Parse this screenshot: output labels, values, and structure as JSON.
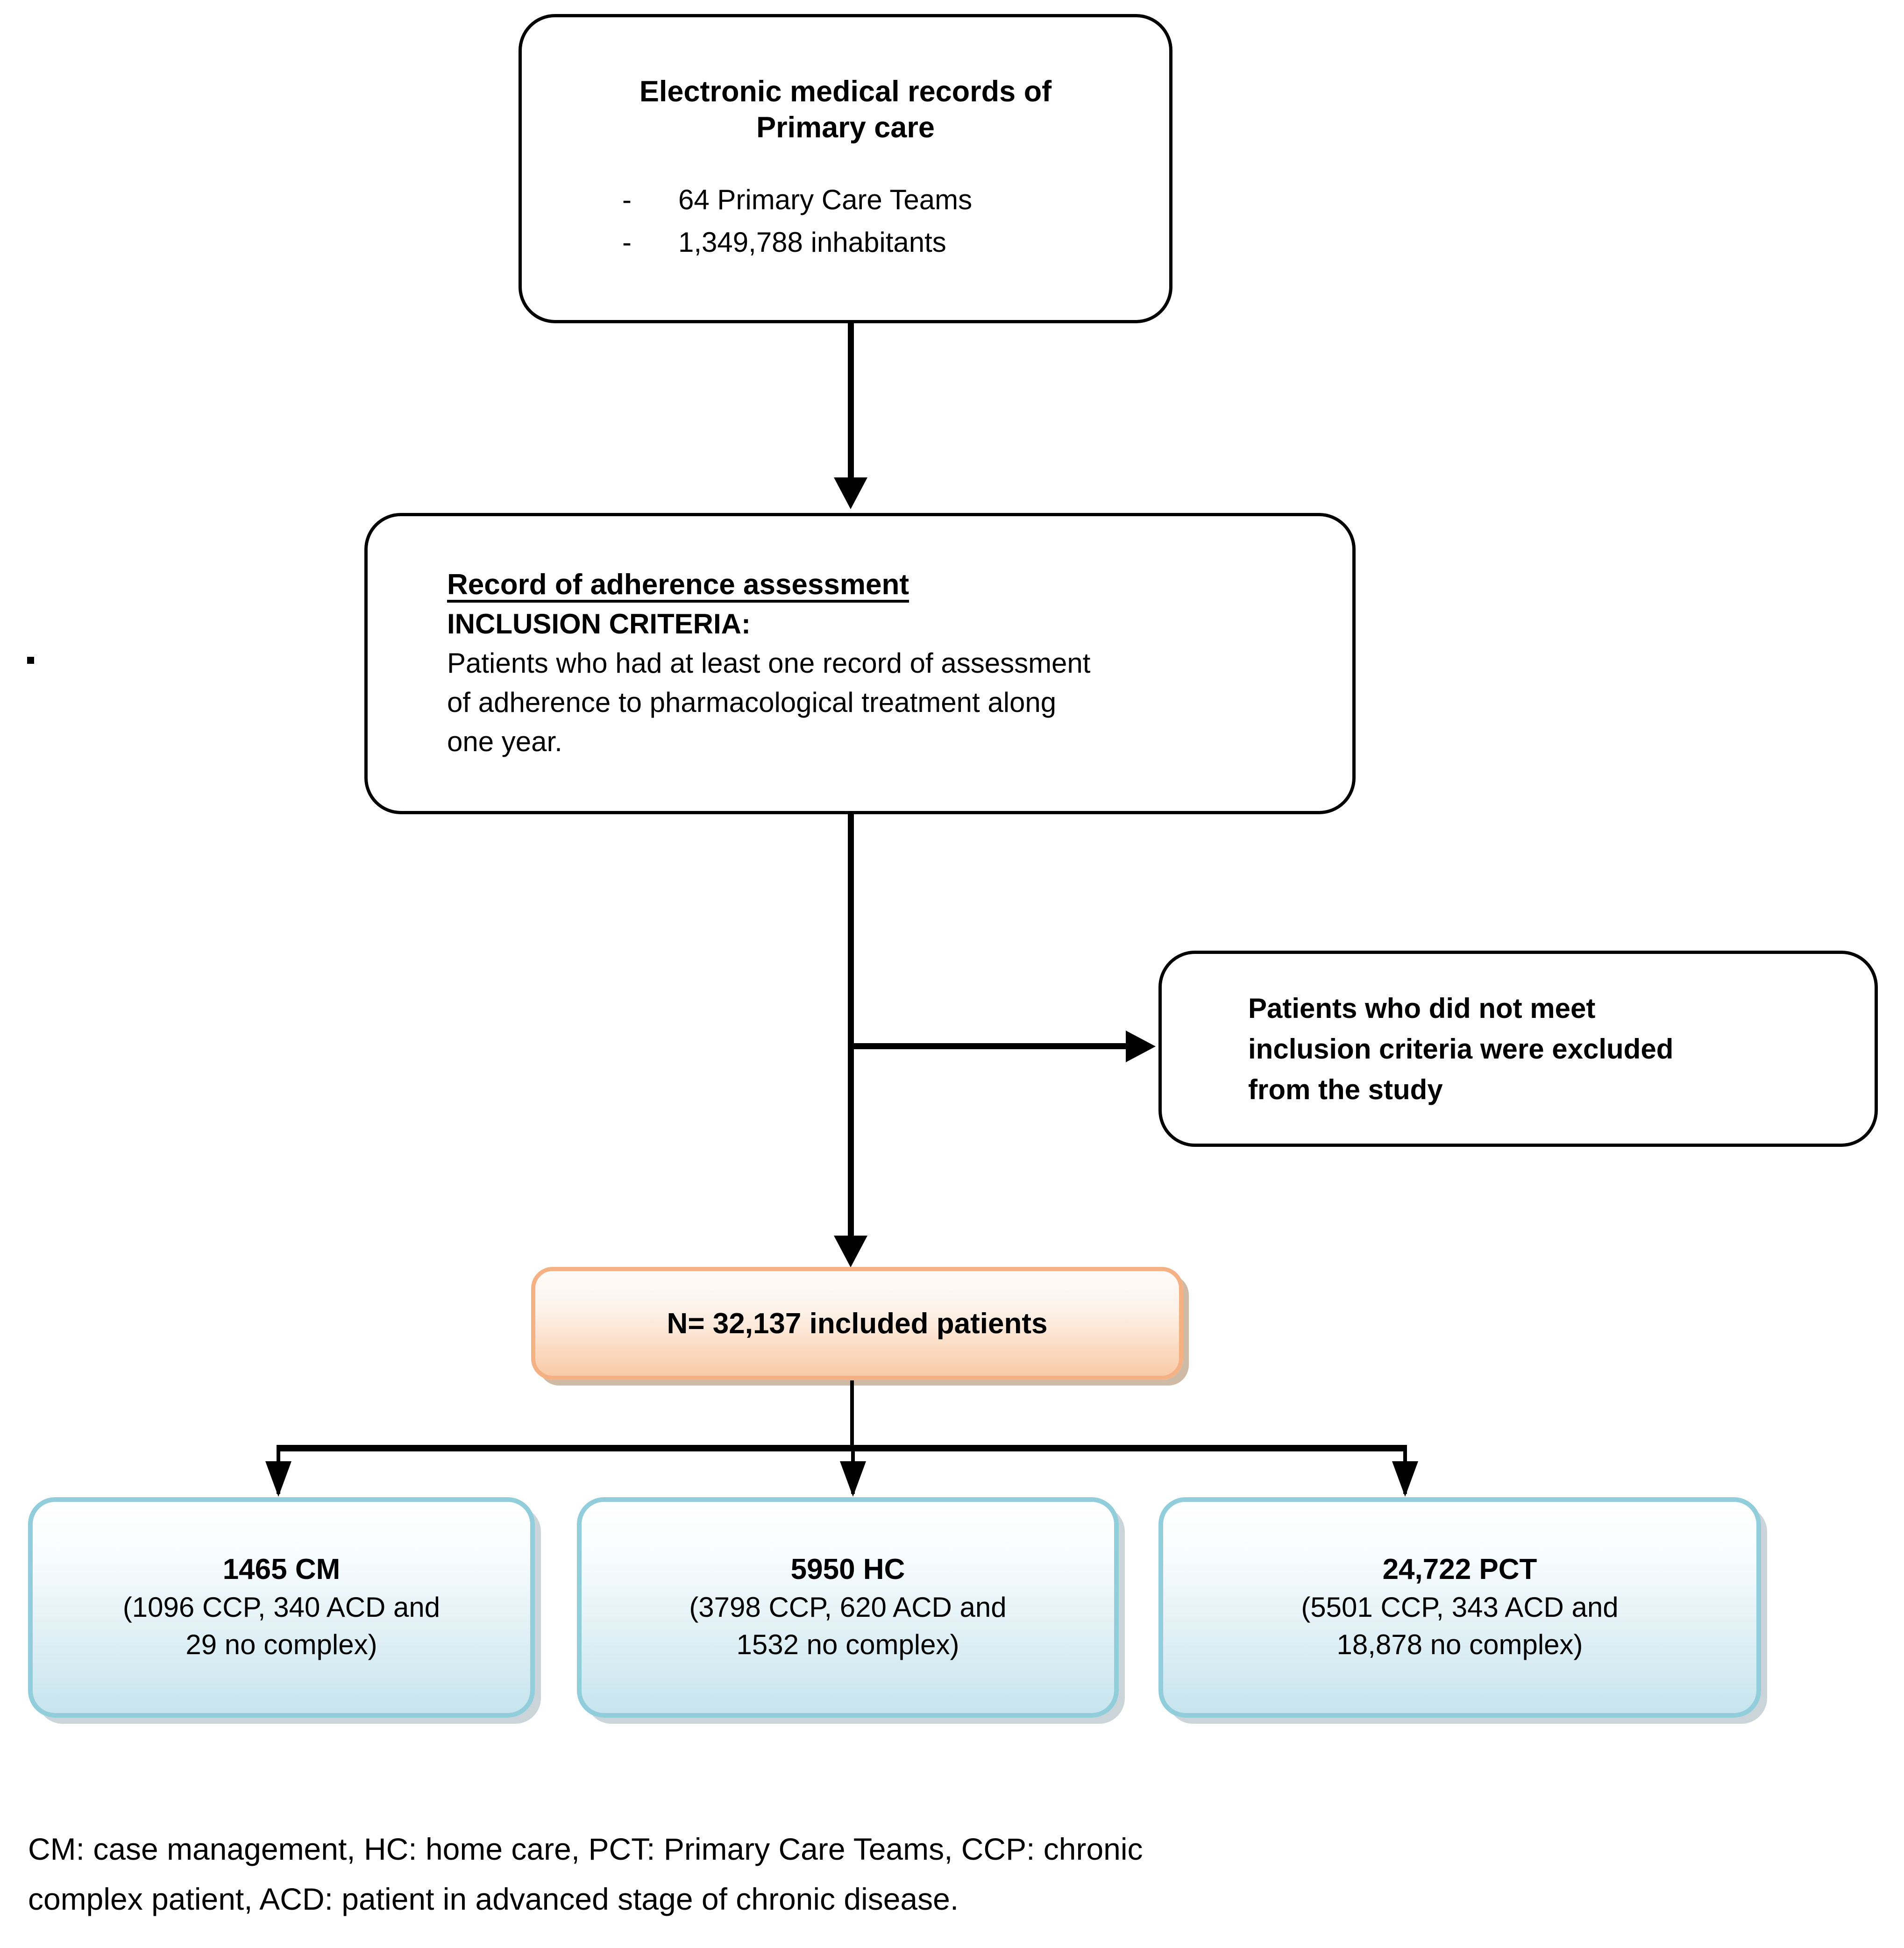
{
  "figure": {
    "type": "study-flow-diagram",
    "caption_line1": "CM: case management, HC: home care, PCT: Primary Care Teams, CCP: chronic",
    "caption_line2": "complex patient, ACD: patient in advanced stage of chronic disease."
  },
  "nodes": {
    "source": {
      "heading_line1": "Electronic medical records of",
      "heading_line2": "Primary care",
      "bullet_marker": "-",
      "bullets": [
        "64 Primary Care Teams",
        "1,349,788 inhabitants"
      ]
    },
    "criteria": {
      "title": "Record of adherence assessment",
      "subtitle": "INCLUSION CRITERIA:",
      "body_line1": "Patients who had at least one record of assessment",
      "body_line2": "of adherence to pharmacological treatment along",
      "body_line3": "one year."
    },
    "excluded": {
      "body_line1": "Patients who did not meet",
      "body_line2": "inclusion criteria were excluded",
      "body_line3": "from the study"
    },
    "included": {
      "label": "N= 32,137 included patients",
      "count": "32,137"
    },
    "groups": [
      {
        "id": "cm",
        "headline": "1465 CM",
        "count": 1465,
        "abbr": "CM",
        "detail_line1": "(1096 CCP, 340 ACD and",
        "detail_line2": "29 no complex)",
        "breakdown": {
          "CCP": 1096,
          "ACD": 340,
          "no_complex": 29
        }
      },
      {
        "id": "hc",
        "headline": "5950 HC",
        "count": 5950,
        "abbr": "HC",
        "detail_line1": "(3798 CCP, 620 ACD and",
        "detail_line2": "1532 no complex)",
        "breakdown": {
          "CCP": 3798,
          "ACD": 620,
          "no_complex": 1532
        }
      },
      {
        "id": "pct",
        "headline": "24,722 PCT",
        "count": 24722,
        "abbr": "PCT",
        "detail_line1": "(5501 CCP, 343 ACD and",
        "detail_line2": "18,878 no complex)",
        "breakdown": {
          "CCP": 5501,
          "ACD": 343,
          "no_complex": 18878
        }
      }
    ]
  },
  "colors": {
    "stroke": "#000000",
    "included_border": "#F4B183",
    "included_fill_top": "#FEFBF9",
    "included_fill_bottom": "#F9CBA8",
    "group_border": "#92CDDC",
    "group_fill_top": "#FFFFFF",
    "group_fill_bottom": "#C7E4EE",
    "background": "#FFFFFF"
  }
}
